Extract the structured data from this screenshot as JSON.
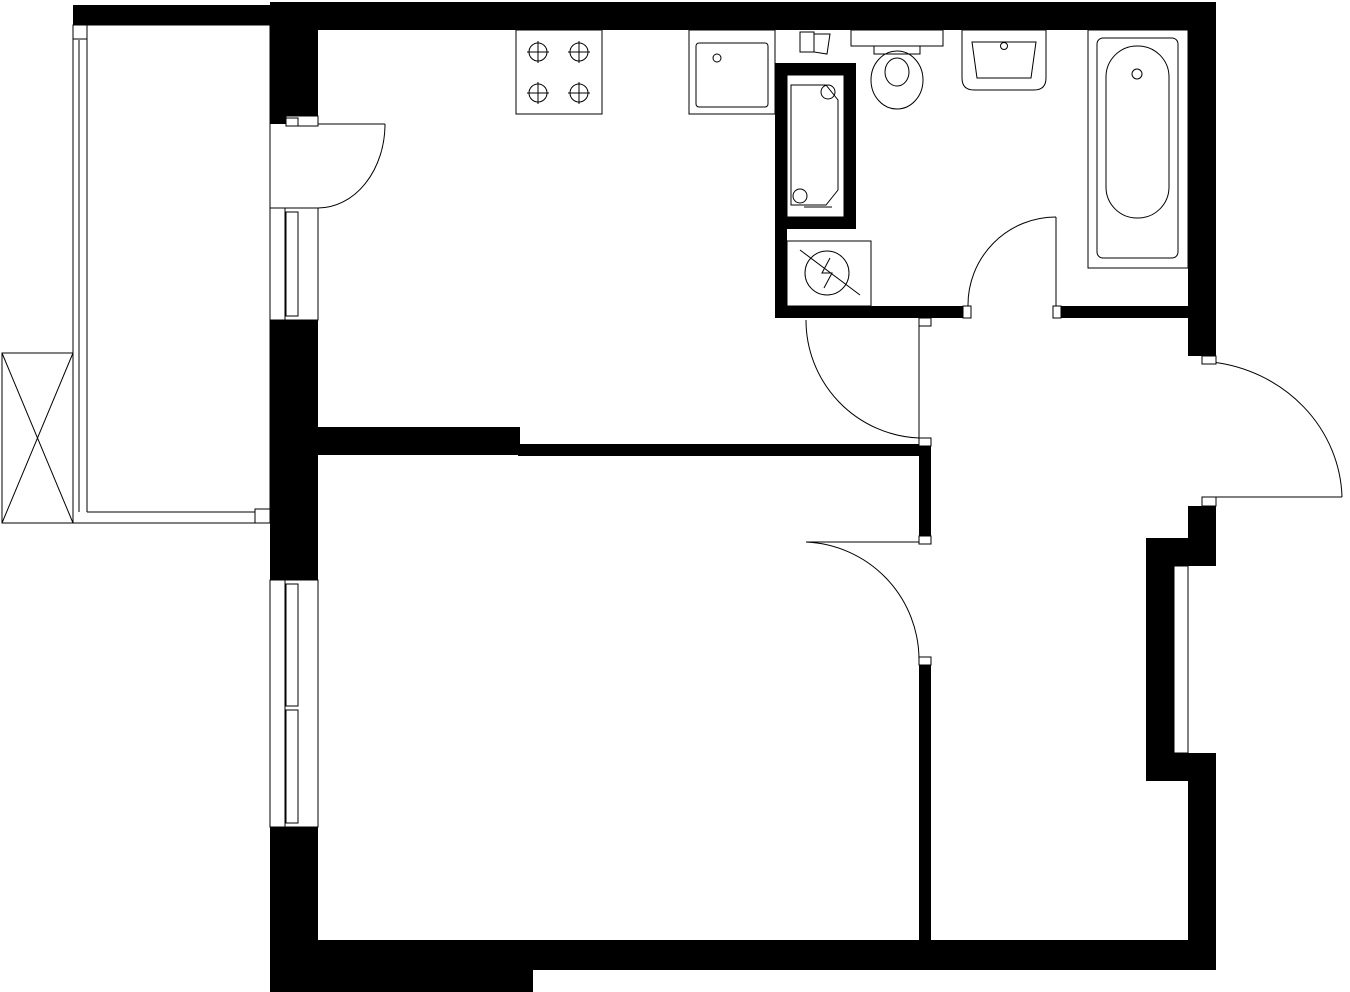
{
  "plan": {
    "type": "apartment-floor-plan",
    "rooms": [
      "balcony",
      "kitchen-living",
      "bathroom",
      "hallway",
      "bedroom"
    ],
    "fixtures": [
      "balcony-cabinet",
      "stove",
      "sink-counter",
      "shower-tray",
      "water-heater",
      "toilet",
      "washbasin",
      "bathtub",
      "utility-cabinet"
    ],
    "colors": {
      "wall": "#000000",
      "line": "#333333",
      "background": "#ffffff"
    }
  }
}
